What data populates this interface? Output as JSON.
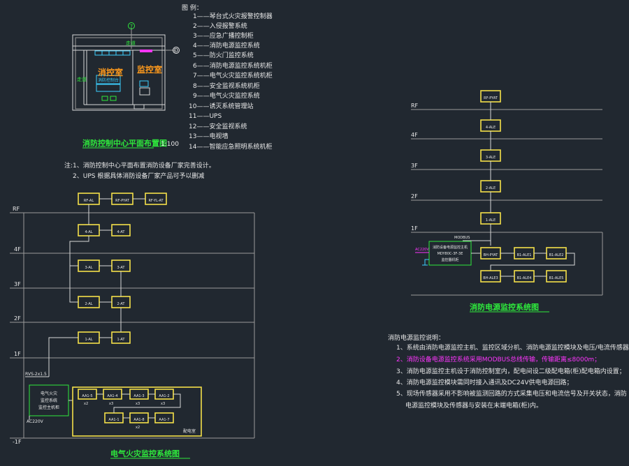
{
  "legend": {
    "title": "图 例：",
    "items": [
      "1——琴台式火灾报警控制器",
      "2——入侵报警系统",
      "3——应急广播控制柜",
      "4——消防电源监控系统",
      "5——防火门监控系统",
      "6——消防电源监控系统机柜",
      "7——电气火灾监控系统机柜",
      "8——安全监视系统机柜",
      "9——电气火灾监控系统",
      "10——诱灭系统管理站",
      "11——UPS",
      "12——安全监视系统",
      "13——电视墙",
      "14——智能应急照明系统机柜"
    ]
  },
  "floorplan": {
    "title": "消防控制中心平面布置图",
    "scale": "1:100",
    "room_left": "消控室",
    "room_right": "监控室",
    "corridor_top": "走道",
    "corridor_left": "走道",
    "grid_top": "7",
    "grid_right": "D",
    "desk_label": "消防控制台"
  },
  "notes": {
    "line1": "注:1、消防控制中心平面布置消防设备厂家完善设计。",
    "line2": "2、UPS 根据具体消防设备厂家产品可予以删减"
  },
  "left_diagram": {
    "title": "电气火灾监控系统图",
    "floors": [
      "RF",
      "4F",
      "3F",
      "2F",
      "1F",
      "-1F"
    ],
    "boxes_top": [
      "RF-AL",
      "RF-PYAT",
      "RF-YL-AT"
    ],
    "boxes_4f": [
      "4-AL",
      "4-AT"
    ],
    "boxes_3f": [
      "3-AL",
      "3-AT"
    ],
    "boxes_2f": [
      "2-AL",
      "2-AT"
    ],
    "boxes_1f": [
      "1-AL",
      "1-AT"
    ],
    "host_lines": [
      "电气火灾",
      "监控系统",
      "监控主机柜"
    ],
    "host_cable": "RVS-2x1.5",
    "host_tag": "AC220V",
    "basement": [
      "AA1-5",
      "AA1-4",
      "AA1-3",
      "AA1-2",
      "AA1-1",
      "AA1-8",
      "AA1-7"
    ],
    "basement_multipliers": [
      "x2",
      "x3",
      "x3",
      "x3",
      "x2"
    ],
    "room_label": "配电室"
  },
  "right_diagram": {
    "title": "消防电源监控系统图",
    "floors": [
      "RF",
      "4F",
      "3F",
      "2F",
      "1F"
    ],
    "boxes": [
      "RF-PYAT",
      "4-ALE",
      "3-ALE",
      "2-ALE",
      "1-ALE"
    ],
    "host_lines": [
      "消防设备电源监控主机",
      "MDY80C-3F-3E",
      "监控器机柜"
    ],
    "host_tag": "AC220V",
    "bus_tag": "MODBUS",
    "row1": [
      "BH-PYAT",
      "B1-ALE1",
      "B1-ALE2"
    ],
    "row2": [
      "BH-ALE3",
      "B1-ALE4",
      "B1-ALE5"
    ]
  },
  "explain": {
    "title": "消防电源监控说明：",
    "line1": "1、系统由消防电源监控主机、监控区域分机、消防电源监控模块及电压/电流传感器组成；",
    "line2": "2、消防设备电源监控系统采用MODBUS总线传输，传输距离≤8000m；",
    "line3": "3、消防电源监控主机设于消防控制室内，配电间设二级配电箱(柜)配电箱内设置；",
    "line4": "4、消防电源监控模块需同时接入通讯及DC24V供电电源回路；",
    "line5": "5、现场传感器采用不影响被监测回路的方式采集电压和电流信号及开关状态，消防",
    "line6": "电源监控模块及传感器与安装在末端电箱(柜)内。"
  },
  "colors": {
    "background": "#212830",
    "box": "#f4e04a",
    "title": "#2eea3c",
    "magenta": "#ff35ff",
    "orange": "#ff9a1c",
    "cyan": "#3cd0ff"
  }
}
